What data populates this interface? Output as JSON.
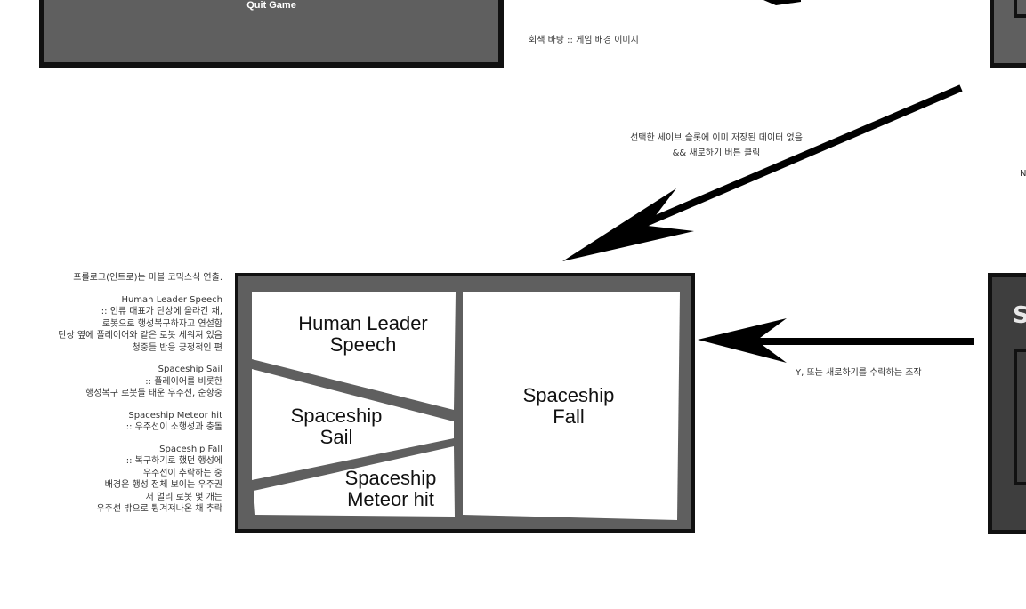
{
  "menu": {
    "quit_label": "Quit Game"
  },
  "captions": {
    "background": "회색 바탕 :: 게임 배경 이미지",
    "condition_line1": "선택한 세이브 슬롯에 이미 저장된 데이터 없음",
    "condition_line2": "&& 새로하기 버튼 클릭",
    "accept_arrow": "Y, 또는 새로하기를 수락하는 조작",
    "right_edge_n": "N",
    "right_panel_letter": "S"
  },
  "notes": {
    "intro": "프롤로그(인트로)는 마블 코믹스식 연출.",
    "human_leader": [
      "Human Leader Speech",
      ":: 인류 대표가 단상에 올라간 채,",
      "로봇으로 행성복구하자고 연설함",
      "단상 옆에 플레이어와 같은 로봇 세워져 있음",
      "청중들 반응 긍정적인 편"
    ],
    "spaceship_sail": [
      "Spaceship Sail",
      ":: 플레이어를 비롯한",
      "행성복구 로봇들 태운 우주선, 순항중"
    ],
    "spaceship_meteor": [
      "Spaceship Meteor hit",
      ":: 우주선이 소행성과 충돌"
    ],
    "spaceship_fall": [
      "Spaceship Fall",
      ":: 복구하기로 했던 행성에",
      "우주선이 추락하는 중",
      "배경은 행성 전체 보이는 우주권",
      "저 멀리 로봇 몇 개는",
      "우주선 밖으로 튕겨져나온 채 추락"
    ]
  },
  "comic": {
    "panels": [
      {
        "id": "human-leader",
        "line1": "Human Leader",
        "line2": "Speech"
      },
      {
        "id": "spaceship-sail",
        "line1": "Spaceship",
        "line2": "Sail"
      },
      {
        "id": "spaceship-meteor",
        "line1": "Spaceship",
        "line2": "Meteor hit"
      },
      {
        "id": "spaceship-fall",
        "line1": "Spaceship",
        "line2": "Fall"
      }
    ]
  },
  "colors": {
    "panel_gray": "#5f5f5f",
    "dark_gray": "#3e3e3e",
    "border": "#111111",
    "arrow": "#000000"
  }
}
